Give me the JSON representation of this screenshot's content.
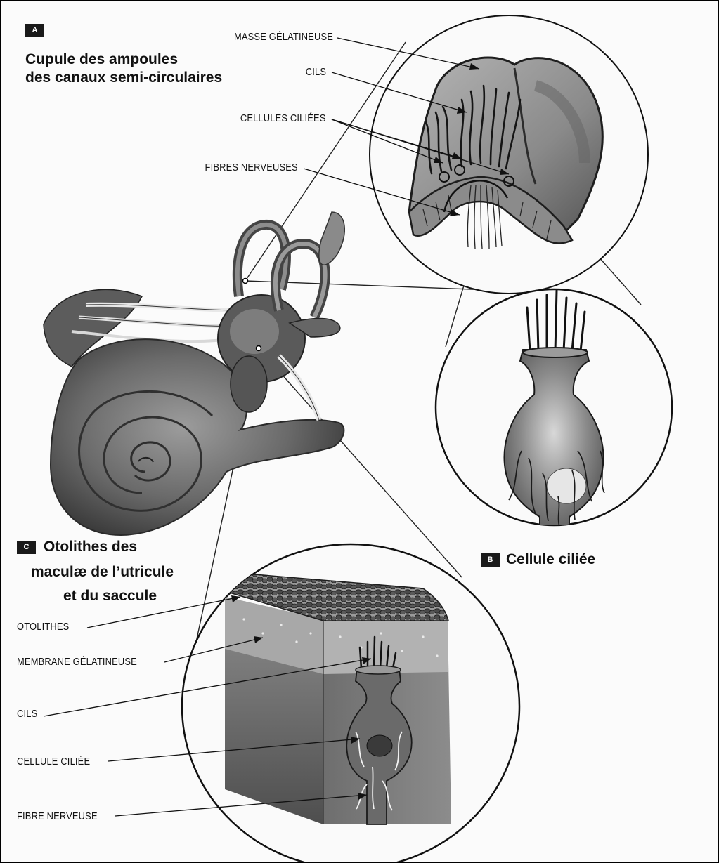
{
  "panel_a": {
    "badge": "A",
    "title_line1": "Cupule des ampoules",
    "title_line2": "des canaux semi-circulaires",
    "labels": {
      "masse": "MASSE GÉLATINEUSE",
      "cils": "CILS",
      "cellules": "CELLULES CILIÉES",
      "fibres": "FIBRES NERVEUSES"
    }
  },
  "panel_b": {
    "badge": "B",
    "title": "Cellule ciliée"
  },
  "panel_c": {
    "badge": "C",
    "title_line1": "Otolithes des",
    "title_line2": "maculæ de l’utricule",
    "title_line3": "et du saccule",
    "labels": {
      "otolithes": "OTOLITHES",
      "membrane": "MEMBRANE GÉLATINEUSE",
      "cils": "CILS",
      "cellule": "CELLULE CILIÉE",
      "fibre": "FIBRE NERVEUSE"
    }
  },
  "colors": {
    "ink": "#111111",
    "tissue_dark": "#4a4a4a",
    "tissue_mid": "#7a7a7a",
    "tissue_light": "#bdbdbd"
  }
}
